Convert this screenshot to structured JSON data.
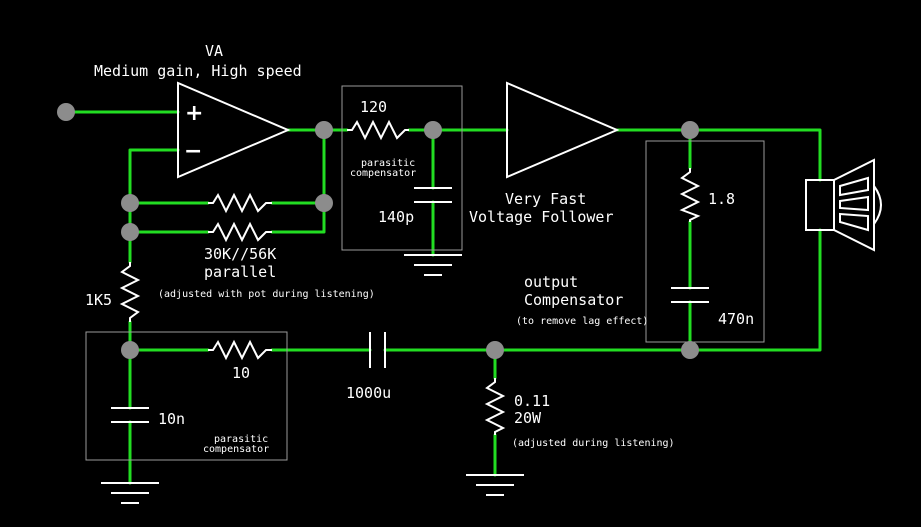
{
  "labels": {
    "va_title": "VA",
    "va_subtitle": "Medium gain, High speed",
    "r_series": "120",
    "parasitic_top_1": "parasitic",
    "parasitic_top_2": "compensator",
    "c_140p": "140p",
    "follower_1": "Very Fast",
    "follower_2": "Voltage Follower",
    "r_18": "1.8",
    "parallel_1": "30K//56K",
    "parallel_2": "parallel",
    "parallel_note": "(adjusted with pot during listening)",
    "r_1k5": "1K5",
    "output_comp_1": "output",
    "output_comp_2": "Compensator",
    "output_comp_note": "(to remove lag effect)",
    "c_470n": "470n",
    "r_10": "10",
    "c_1000u": "1000u",
    "c_10n": "10n",
    "parasitic_bot_1": "parasitic",
    "parasitic_bot_2": "compensator",
    "r_011": "0.11",
    "r_20w": "20W",
    "sense_note": "(adjusted during listening)",
    "plus_sign": "+",
    "minus_sign": "−"
  },
  "colors": {
    "background": "#000000",
    "wire": "#22dd22",
    "component": "#ffffff",
    "node": "#8c8c8c",
    "box": "#9a9a9a"
  }
}
